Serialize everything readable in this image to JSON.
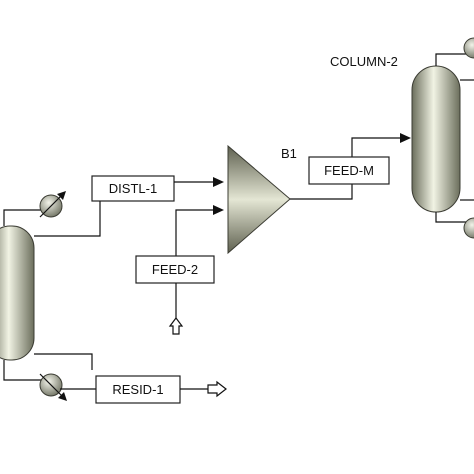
{
  "flowsheet": {
    "blocks": [
      {
        "id": "COLUMN-1"
      },
      {
        "id": "B1",
        "label": "B1"
      },
      {
        "id": "COLUMN-2",
        "label": "COLUMN-2"
      }
    ],
    "streams": [
      {
        "id": "DISTL-1",
        "label": "DISTL-1"
      },
      {
        "id": "FEED-2",
        "label": "FEED-2"
      },
      {
        "id": "FEED-M",
        "label": "FEED-M"
      },
      {
        "id": "RESID-1",
        "label": "RESID-1"
      }
    ]
  },
  "colors": {
    "vessel_dark": "#6b6e5c",
    "vessel_light": "#f1f3e4",
    "line": "#111111"
  }
}
